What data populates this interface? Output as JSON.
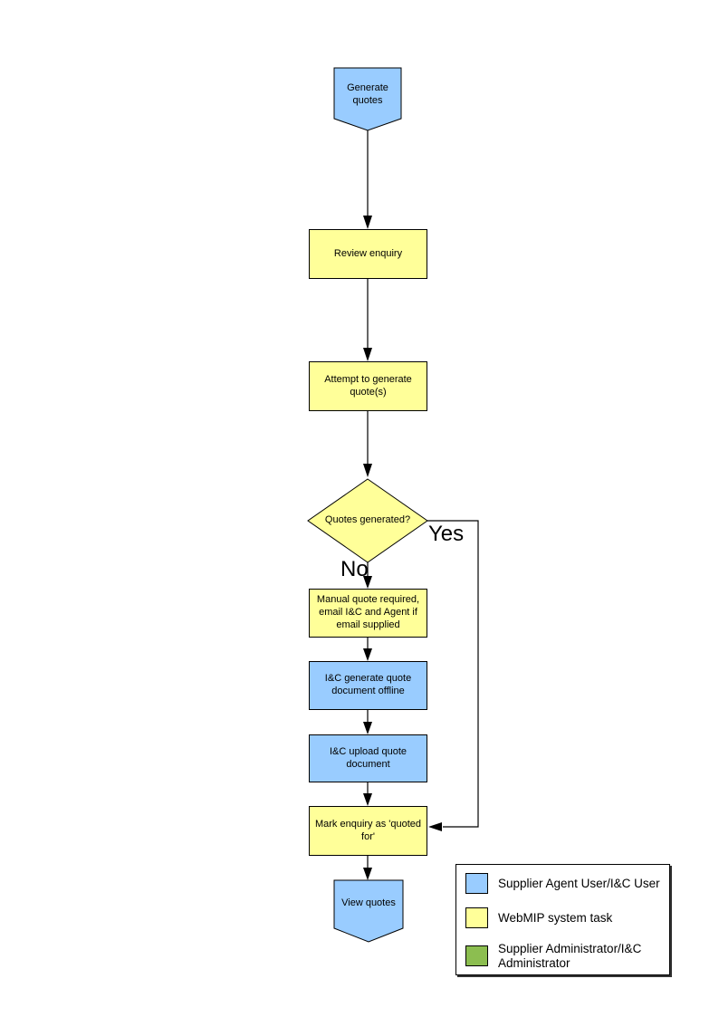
{
  "colors": {
    "user_task_fill": "#99CCFF",
    "system_task_fill": "#FFFF99",
    "admin_task_fill": "#8CBE50",
    "connector": "#000000"
  },
  "flowchart": {
    "start_node": "Generate quotes",
    "review_node": "Review enquiry",
    "attempt_node": "Attempt to generate quote(s)",
    "decision_node": "Quotes generated?",
    "yes_label": "Yes",
    "no_label": "No",
    "manual_node": "Manual quote required, email I&C and Agent if email supplied",
    "ic_generate_node": "I&C generate quote document offline",
    "ic_upload_node": "I&C upload quote document",
    "mark_node": "Mark enquiry as 'quoted for'",
    "end_node": "View quotes"
  },
  "legend": {
    "items": [
      {
        "label": "Supplier Agent User/I&C User",
        "color": "#99CCFF"
      },
      {
        "label": "WebMIP system task",
        "color": "#FFFF99"
      },
      {
        "label": "Supplier Administrator/I&C Administrator",
        "color": "#8CBE50"
      }
    ]
  }
}
